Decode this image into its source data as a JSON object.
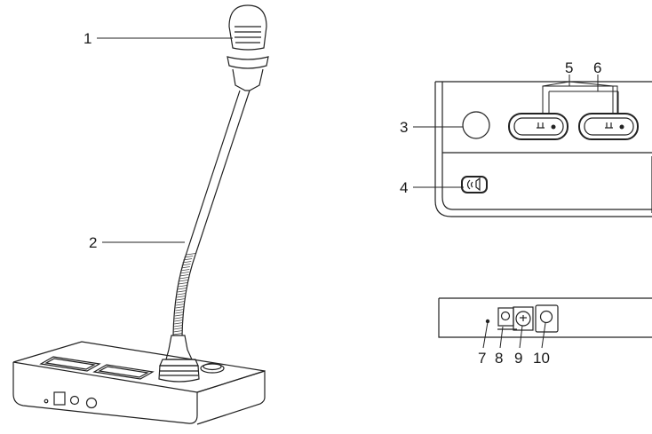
{
  "callouts": [
    {
      "id": "1",
      "label": "1"
    },
    {
      "id": "2",
      "label": "2"
    },
    {
      "id": "3",
      "label": "3"
    },
    {
      "id": "4",
      "label": "4"
    },
    {
      "id": "5",
      "label": "5"
    },
    {
      "id": "6",
      "label": "6"
    },
    {
      "id": "7",
      "label": "7"
    },
    {
      "id": "8",
      "label": "8"
    },
    {
      "id": "9",
      "label": "9"
    },
    {
      "id": "10",
      "label": "10"
    }
  ],
  "colors": {
    "stroke": "#222222",
    "background": "#ffffff"
  }
}
